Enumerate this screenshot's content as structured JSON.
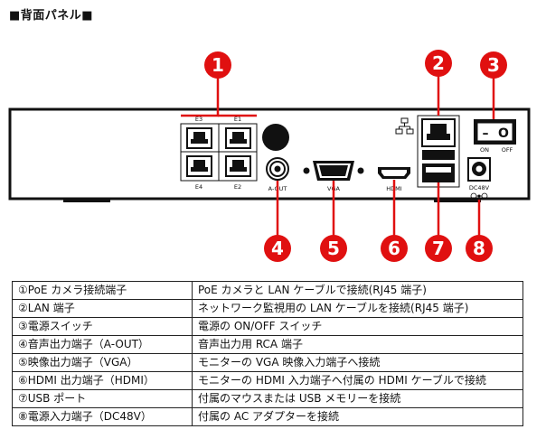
{
  "heading": "■背面パネル■",
  "ports": {
    "e1": "E1",
    "e2": "E2",
    "e3": "E3",
    "e4": "E4",
    "a_out": "A-OUT",
    "vga": "VGA",
    "hdmi": "HDMI",
    "dc": "DC48V",
    "switch_on_mark": "–",
    "switch_off_mark": "O",
    "switch_on": "ON",
    "switch_off": "OFF"
  },
  "callouts": [
    "1",
    "2",
    "3",
    "4",
    "5",
    "6",
    "7",
    "8"
  ],
  "colors": {
    "callout": "#e01010",
    "leader": "#e01010",
    "panel": "#111111"
  },
  "table": [
    {
      "name": "①PoE カメラ接続端子",
      "desc": "PoE カメラと LAN ケーブルで接続(RJ45 端子)"
    },
    {
      "name": "②LAN 端子",
      "desc": "ネットワーク監視用の LAN ケーブルを接続(RJ45 端子)"
    },
    {
      "name": "③電源スイッチ",
      "desc": "電源の ON/OFF スイッチ"
    },
    {
      "name": "④音声出力端子（A-OUT）",
      "desc": "音声出力用 RCA 端子"
    },
    {
      "name": "⑤映像出力端子（VGA）",
      "desc": "モニターの VGA 映像入力端子へ接続"
    },
    {
      "name": "⑥HDMI 出力端子（HDMI）",
      "desc": "モニターの HDMI 入力端子へ付属の HDMI ケーブルで接続"
    },
    {
      "name": "⑦USB ポート",
      "desc": "付属のマウスまたは USB メモリーを接続"
    },
    {
      "name": "⑧電源入力端子（DC48V）",
      "desc": "付属の AC アダプターを接続"
    }
  ]
}
